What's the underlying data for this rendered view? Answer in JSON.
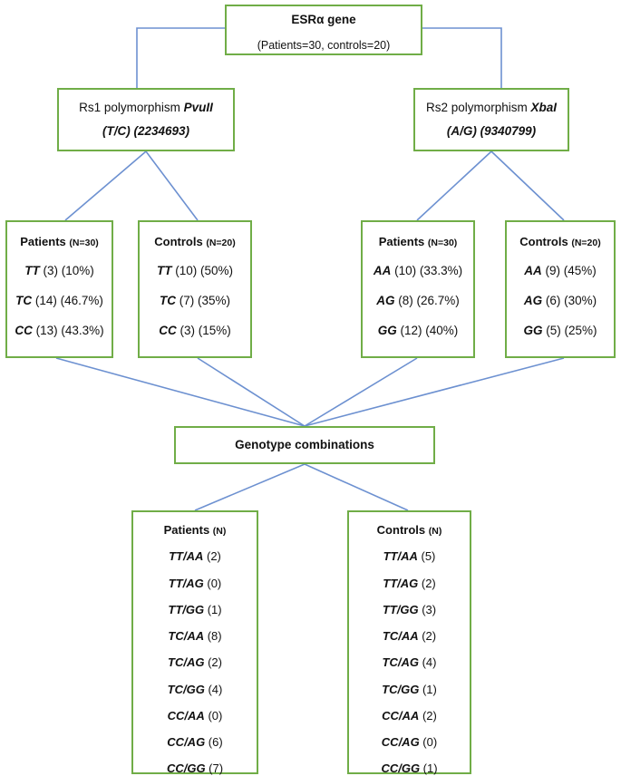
{
  "diagram": {
    "title": "ESRα gene polymorphism genotype distribution flowchart",
    "colors": {
      "box_border": "#70AD47",
      "connector": "#4472C4",
      "background": "#FFFFFF",
      "text": "#111111"
    }
  },
  "root": {
    "title": "ESRα gene",
    "subtitle": "(Patients=30, controls=20)"
  },
  "polymorphisms": [
    {
      "id": "rs1",
      "line1_prefix": "Rs1 polymorphism ",
      "line1_gene": "PvuII",
      "line2": "(T/C) (2234693)"
    },
    {
      "id": "rs2",
      "line1_prefix": "Rs2 polymorphism ",
      "line1_gene": "XbaI",
      "line2": "(A/G) (9340799)"
    }
  ],
  "genotype_groups": [
    {
      "id": "rs1-patients",
      "header_label": "Patients ",
      "header_n": "(N=30)",
      "rows": [
        {
          "allele": "TT",
          "rest": " (3) (10%)"
        },
        {
          "allele": "TC",
          "rest": " (14) (46.7%)"
        },
        {
          "allele": "CC",
          "rest": " (13) (43.3%)"
        }
      ]
    },
    {
      "id": "rs1-controls",
      "header_label": "Controls ",
      "header_n": "(N=20)",
      "rows": [
        {
          "allele": "TT",
          "rest": " (10) (50%)"
        },
        {
          "allele": "TC",
          "rest": " (7) (35%)"
        },
        {
          "allele": "CC",
          "rest": " (3) (15%)"
        }
      ]
    },
    {
      "id": "rs2-patients",
      "header_label": "Patients ",
      "header_n": "(N=30)",
      "rows": [
        {
          "allele": "AA",
          "rest": " (10) (33.3%)"
        },
        {
          "allele": "AG",
          "rest": " (8) (26.7%)"
        },
        {
          "allele": "GG",
          "rest": " (12) (40%)"
        }
      ]
    },
    {
      "id": "rs2-controls",
      "header_label": "Controls ",
      "header_n": "(N=20)",
      "rows": [
        {
          "allele": "AA",
          "rest": " (9) (45%)"
        },
        {
          "allele": "AG",
          "rest": " (6) (30%)"
        },
        {
          "allele": "GG",
          "rest": " (5) (25%)"
        }
      ]
    }
  ],
  "combinations_node": {
    "title": "Genotype combinations"
  },
  "combination_groups": [
    {
      "id": "combo-patients",
      "header_label": "Patients ",
      "header_n": "(N)",
      "rows": [
        {
          "allele": "TT/AA",
          "rest": " (2)"
        },
        {
          "allele": "TT/AG",
          "rest": " (0)"
        },
        {
          "allele": "TT/GG",
          "rest": " (1)"
        },
        {
          "allele": "TC/AA",
          "rest": " (8)"
        },
        {
          "allele": "TC/AG",
          "rest": " (2)"
        },
        {
          "allele": "TC/GG",
          "rest": " (4)"
        },
        {
          "allele": "CC/AA",
          "rest": " (0)"
        },
        {
          "allele": "CC/AG",
          "rest": " (6)"
        },
        {
          "allele": "CC/GG",
          "rest": " (7)"
        }
      ]
    },
    {
      "id": "combo-controls",
      "header_label": "Controls ",
      "header_n": "(N)",
      "rows": [
        {
          "allele": "TT/AA",
          "rest": " (5)"
        },
        {
          "allele": "TT/AG",
          "rest": " (2)"
        },
        {
          "allele": "TT/GG",
          "rest": " (3)"
        },
        {
          "allele": "TC/AA",
          "rest": " (2)"
        },
        {
          "allele": "TC/AG",
          "rest": " (4)"
        },
        {
          "allele": "TC/GG",
          "rest": " (1)"
        },
        {
          "allele": "CC/AA",
          "rest": " (2)"
        },
        {
          "allele": "CC/AG",
          "rest": " (0)"
        },
        {
          "allele": "CC/GG",
          "rest": " (1)"
        }
      ]
    }
  ]
}
